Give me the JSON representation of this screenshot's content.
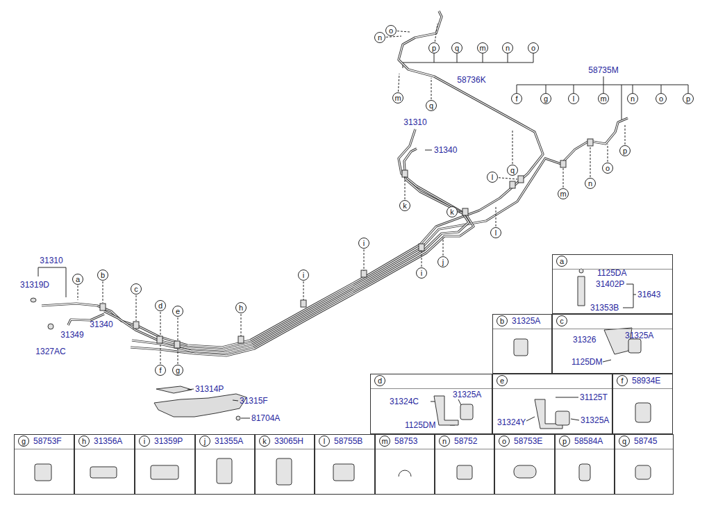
{
  "diagram": {
    "nodes": [
      {
        "text": [
          "n"
        ]
      },
      {
        "text": [
          "o"
        ]
      },
      {
        "text": [
          "p"
        ]
      },
      {
        "text": [
          "q"
        ]
      },
      {
        "text": [
          "m"
        ]
      },
      {
        "text": [
          "n"
        ]
      },
      {
        "text": [
          "o"
        ]
      },
      {
        "text": [
          "m"
        ]
      },
      {
        "text": [
          "q"
        ]
      },
      {
        "text": [
          "f"
        ]
      },
      {
        "text": [
          "g"
        ]
      },
      {
        "text": [
          "l"
        ]
      },
      {
        "text": [
          "m"
        ]
      },
      {
        "text": [
          "n"
        ]
      },
      {
        "text": [
          "o"
        ]
      },
      {
        "text": [
          "p"
        ]
      },
      {
        "text": [
          "p"
        ]
      },
      {
        "text": [
          "o"
        ]
      },
      {
        "text": [
          "q"
        ]
      },
      {
        "text": [
          "l"
        ]
      },
      {
        "text": [
          "n"
        ]
      },
      {
        "text": [
          "m"
        ]
      },
      {
        "text": [
          "k"
        ]
      },
      {
        "text": [
          "k"
        ]
      },
      {
        "text": [
          "l"
        ]
      },
      {
        "text": [
          "i"
        ]
      },
      {
        "text": [
          "j"
        ]
      },
      {
        "text": [
          "i"
        ]
      },
      {
        "text": [
          "i"
        ]
      },
      {
        "text": [
          "b"
        ]
      },
      {
        "text": [
          "a"
        ]
      },
      {
        "text": [
          "c"
        ]
      },
      {
        "text": [
          "d"
        ]
      },
      {
        "text": [
          "h"
        ]
      },
      {
        "text": [
          "e"
        ]
      },
      {
        "text": [
          "f"
        ]
      },
      {
        "text": [
          "g"
        ]
      },
      {
        "text": [
          "1125DA",
          "31402P",
          "31643",
          "31353B"
        ]
      },
      {
        "text": [
          "a"
        ],
        "in": 37
      },
      {
        "text": [
          "31325A"
        ]
      },
      {
        "text": [
          "b"
        ],
        "in": 39
      },
      {
        "text": [
          "31326",
          "31325A",
          "1125DM"
        ]
      },
      {
        "text": [
          "c"
        ],
        "in": 41
      },
      {
        "text": [
          "31324C",
          "31325A",
          "1125DM"
        ]
      },
      {
        "text": [
          "d"
        ],
        "in": 43
      },
      {
        "text": [
          "31125T",
          "31324Y",
          "31325A"
        ]
      },
      {
        "text": [
          "e"
        ],
        "in": 45
      },
      {
        "text": [
          "58934E"
        ]
      },
      {
        "text": [
          "f"
        ],
        "in": 47
      },
      {
        "text": [
          "58753F"
        ]
      },
      {
        "text": [
          "g"
        ],
        "in": 49
      },
      {
        "text": [
          "31356A"
        ]
      },
      {
        "text": [
          "h"
        ],
        "in": 51
      },
      {
        "text": [
          "31359P"
        ]
      },
      {
        "text": [
          "i"
        ],
        "in": 53
      },
      {
        "text": [
          "31355A"
        ]
      },
      {
        "text": [
          "j"
        ],
        "in": 55
      },
      {
        "text": [
          "33065H"
        ]
      },
      {
        "text": [
          "k"
        ],
        "in": 57
      },
      {
        "text": [
          "58755B"
        ]
      },
      {
        "text": [
          "l"
        ],
        "in": 59
      },
      {
        "text": [
          "58753"
        ]
      },
      {
        "text": [
          "m"
        ],
        "in": 61
      },
      {
        "text": [
          "58752"
        ]
      },
      {
        "text": [
          "n"
        ],
        "in": 63
      },
      {
        "text": [
          "58753E"
        ]
      },
      {
        "text": [
          "o"
        ],
        "in": 65
      },
      {
        "text": [
          "58584A"
        ]
      },
      {
        "text": [
          "p"
        ],
        "in": 67
      },
      {
        "text": [
          "58745"
        ]
      },
      {
        "text": [
          "q"
        ],
        "in": 69
      }
    ],
    "labels": [
      "58736K",
      "58735M",
      "31310",
      "31340",
      "31310",
      "31319D",
      "31340",
      "31349",
      "1327AC",
      "31314P",
      "31315F",
      "81704A"
    ]
  }
}
